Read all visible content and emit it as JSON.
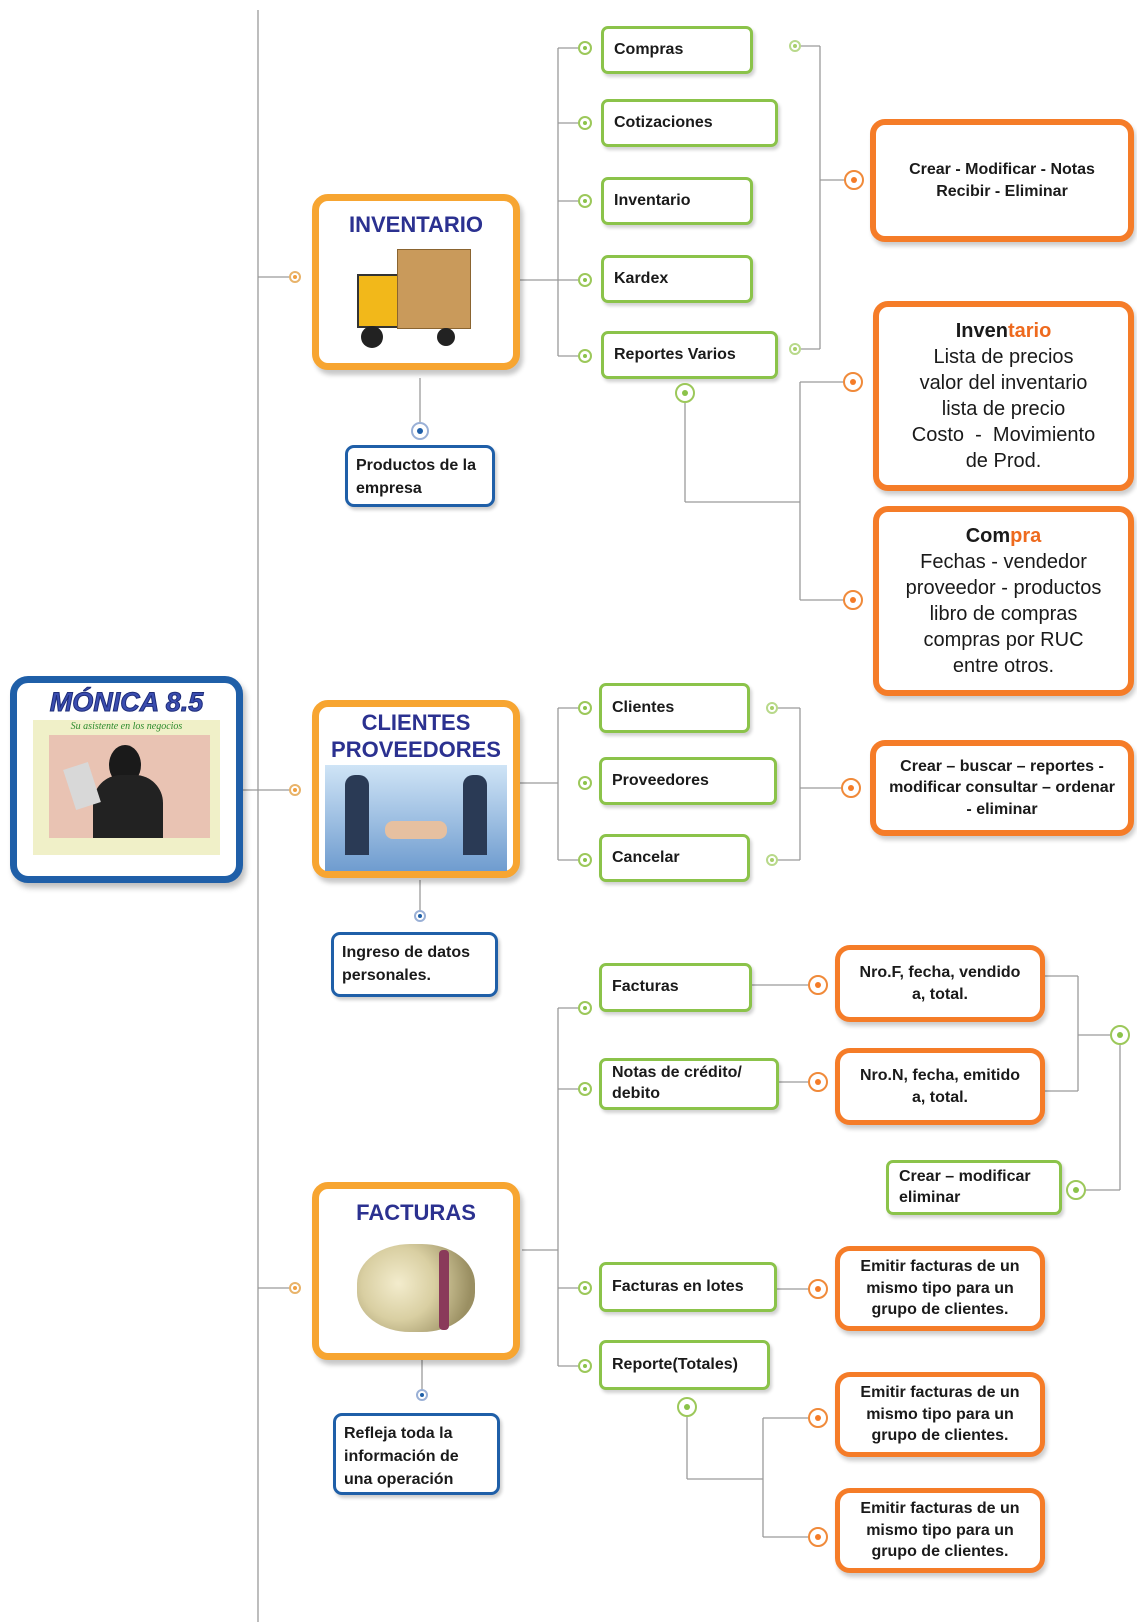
{
  "root": {
    "title": "MÓNICA 8.5",
    "subtitle": "Su asistente en los negocios"
  },
  "inventario": {
    "title": "INVENTARIO",
    "note": "Productos de la empresa",
    "items": [
      "Compras",
      "Cotizaciones",
      "Inventario",
      "Kardex",
      "Reportes Varios"
    ],
    "actions": "Crear - Modificar - Notas Recibir - Eliminar",
    "report_inventario": {
      "title_a": "Inven",
      "title_b": "tario",
      "lines": [
        "Lista de precios",
        "valor del inventario",
        "lista de precio",
        "Costo  -  Movimiento",
        "de Prod."
      ]
    },
    "report_compra": {
      "title_a": "Com",
      "title_b": "pra",
      "lines": [
        "Fechas - vendedor",
        "proveedor - productos",
        "libro de compras",
        "compras por RUC",
        "entre otros."
      ]
    }
  },
  "clientes": {
    "title_line1": "CLIENTES",
    "title_line2": "PROVEEDORES",
    "note": "Ingreso de datos personales.",
    "items": [
      "Clientes",
      "Proveedores",
      "Cancelar"
    ],
    "actions": "Crear – buscar – reportes - modificar consultar – ordenar - eliminar"
  },
  "facturas": {
    "title": "FACTURAS",
    "note": "Refleja toda la información de una operación",
    "items": [
      "Facturas",
      "Notas de crédito/ debito",
      "Facturas en lotes",
      "Reporte(Totales)"
    ],
    "detail_facturas": "Nro.F, fecha, vendido a, total.",
    "detail_notas": "Nro.N, fecha, emitido a, total.",
    "crud": "Crear – modificar eliminar",
    "lotes": "Emitir facturas de un mismo tipo para un grupo de clientes.",
    "reporte_1": "Emitir facturas de un mismo tipo para un grupo de clientes.",
    "reporte_2": "Emitir facturas de un mismo tipo para un grupo de clientes."
  }
}
